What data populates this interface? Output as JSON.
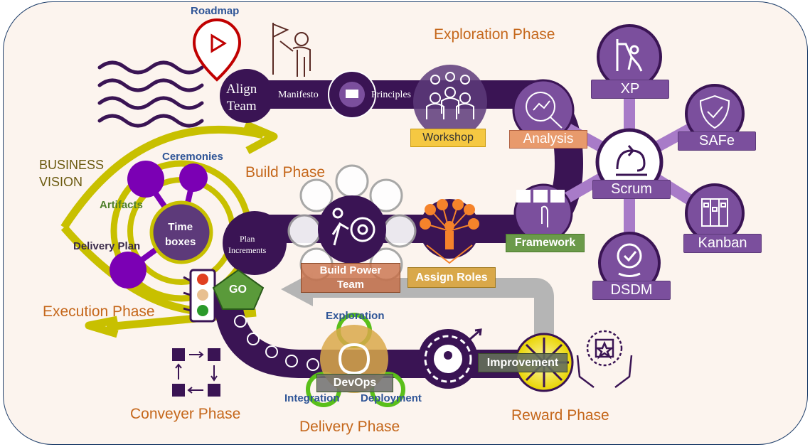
{
  "top_labels": {
    "roadmap": "Roadmap",
    "business_vision": "BUSINESS\nVISION"
  },
  "phases": {
    "exploration": "Exploration Phase",
    "build": "Build Phase",
    "execution": "Execution Phase",
    "conveyer": "Conveyer Phase",
    "delivery": "Delivery Phase",
    "reward": "Reward Phase"
  },
  "align_path": {
    "align_team": "Align\nTeam",
    "manifesto": "Manifesto",
    "principles": "Principles",
    "workshop": "Workshop",
    "analysis": "Analysis"
  },
  "frameworks": {
    "xp": "XP",
    "safe": "SAFe",
    "scrum": "Scrum",
    "kanban": "Kanban",
    "dsdm": "DSDM"
  },
  "build_path": {
    "framework": "Framework",
    "assign_roles": "Assign Roles",
    "build_power_team": "Build Power\nTeam",
    "plan_increments": "Plan\nIncrements"
  },
  "eye": {
    "ceremonies": "Ceremonies",
    "artifacts": "Artifacts",
    "delivery_plan": "Delivery Plan",
    "time_boxes": "Time\nboxes",
    "go": "GO"
  },
  "delivery": {
    "exploration": "Exploration",
    "devops": "DevOps",
    "integration": "Integration",
    "deployment": "Deployment",
    "improvement": "Improvement"
  },
  "colors": {
    "purple_dark": "#3a1454",
    "purple_mid": "#7b4f9d",
    "orange_text": "#c5671b",
    "blue_text": "#2f5597",
    "olive": "#c8c000",
    "go_green": "#5a9a3a"
  },
  "icons": [
    "waves-icon",
    "map-pin-icon",
    "flag-person-icon",
    "manifesto-icon",
    "team-workshop-icon",
    "analysis-magnifier-icon",
    "climber-icon",
    "shield-icon",
    "scrum-cycle-icon",
    "kanban-board-icon",
    "dsdm-cycle-icon",
    "checklist-touch-icon",
    "roles-network-icon",
    "team-gear-icon",
    "traffic-light-icon",
    "conveyor-squares-icon",
    "devops-cycle-icon",
    "reward-gear-icon",
    "sunburst-icon",
    "hands-star-icon"
  ]
}
